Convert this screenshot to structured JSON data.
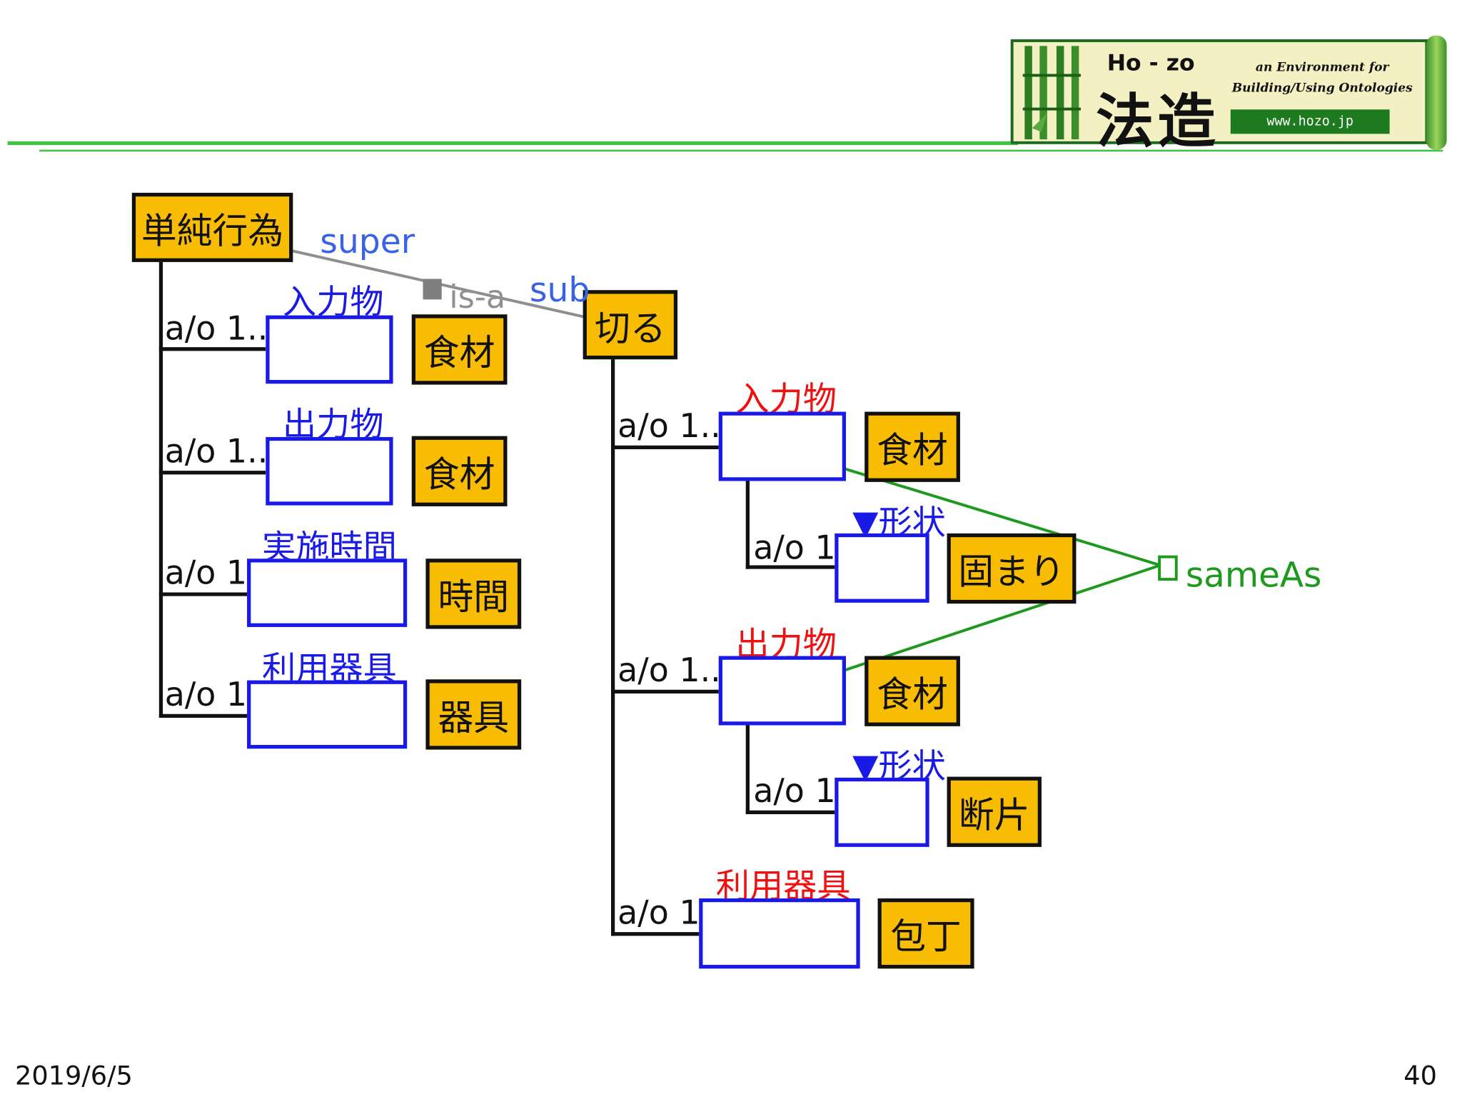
{
  "logo": {
    "ho_zo": "Ho - zo",
    "kanji": "法造",
    "tagline_line1": "an Environment for",
    "tagline_line2": "Building/Using Ontologies",
    "url": "www.hozo.jp"
  },
  "diagram": {
    "super_concept": "単純行為",
    "sub_concept": "切る",
    "isa_super": "super",
    "isa_label": "is-a",
    "isa_sub": "sub",
    "left_parts": [
      {
        "role": "入力物",
        "card": "a/o 1..",
        "class": "食材"
      },
      {
        "role": "出力物",
        "card": "a/o 1..",
        "class": "食材"
      },
      {
        "role": "実施時間",
        "card": "a/o 1",
        "class": "時間"
      },
      {
        "role": "利用器具",
        "card": "a/o 1",
        "class": "器具"
      }
    ],
    "right_parts": [
      {
        "role": "入力物",
        "card": "a/o 1..",
        "class": "食材",
        "attr": {
          "role": "▼形状",
          "card": "a/o 1",
          "class": "固まり"
        }
      },
      {
        "role": "出力物",
        "card": "a/o 1..",
        "class": "食材",
        "attr": {
          "role": "▼形状",
          "card": "a/o 1",
          "class": "断片"
        }
      },
      {
        "role": "利用器具",
        "card": "a/o 1",
        "class": "包丁"
      }
    ],
    "same_as": "sameAs"
  },
  "colors": {
    "concept_fill": "#f8bd02",
    "slot_border": "#1a1ae6",
    "role_inherited": "#1a1ae6",
    "role_specialized": "#ee1111",
    "same_as": "#1d9a1d",
    "header_rule": "#44c244"
  },
  "footer": {
    "date": "2019/6/5",
    "page": "40"
  }
}
